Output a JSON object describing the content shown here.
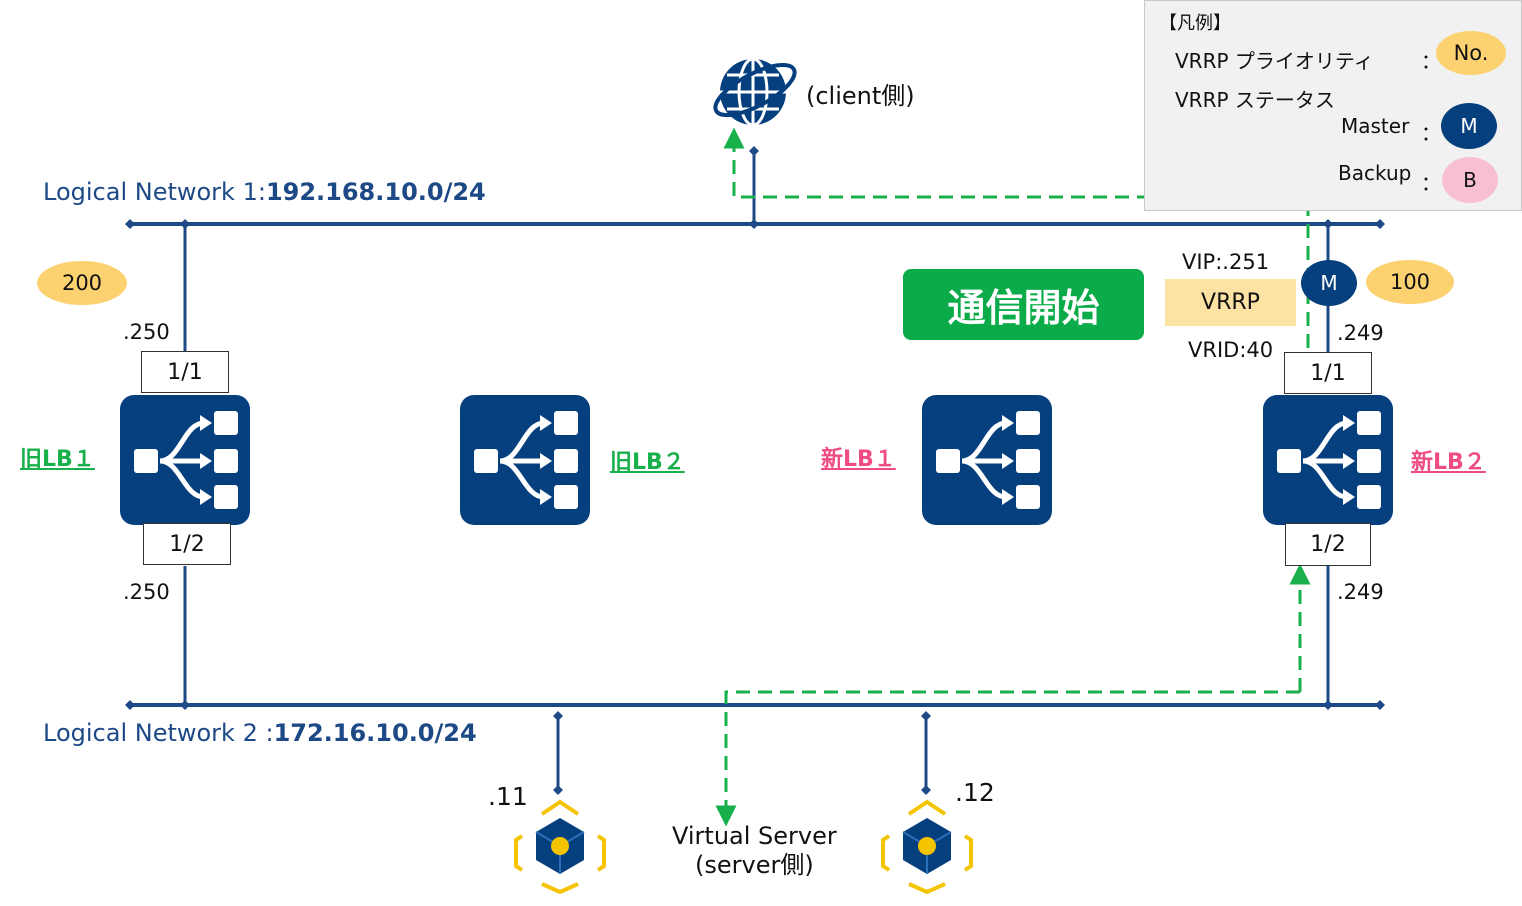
{
  "networks": {
    "n1_prefix": "Logical Network 1:",
    "n1_cidr": "192.168.10.0/24",
    "n2_prefix": "Logical Network  2 :",
    "n2_cidr": "172.16.10.0/24"
  },
  "client_label": "(client側)",
  "server_label_line1": "Virtual Server",
  "server_label_line2": "(server側)",
  "start_label": "通信開始",
  "vrrp": {
    "vip": "VIP:.251",
    "label": "VRRP",
    "vrid": "VRID:40"
  },
  "load_balancers": [
    {
      "name": "旧LB１",
      "priority": "200",
      "port_top": "1/1",
      "port_bottom": "1/2",
      "ip_top": ".250",
      "ip_bottom": ".250"
    },
    {
      "name": "旧LB２"
    },
    {
      "name": "新LB１"
    },
    {
      "name": "新LB２",
      "priority": "100",
      "status": "M",
      "port_top": "1/1",
      "port_bottom": "1/2",
      "ip_top": ".249",
      "ip_bottom": ".249"
    }
  ],
  "servers": [
    {
      "ip": ".11"
    },
    {
      "ip": ".12"
    }
  ],
  "legend": {
    "title": "【凡例】",
    "priority_label": "VRRP プライオリティ",
    "priority_badge": "No.",
    "status_label": "VRRP ステータス",
    "master_label": "Master",
    "master_badge": "M",
    "backup_label": "Backup",
    "backup_badge": "B",
    "colon": "："
  },
  "colors": {
    "network_line": "#1d4a86",
    "lb_fill": "#063f7e",
    "flow_path": "#18b04b",
    "old_lb_label": "#18b04b",
    "new_lb_label": "#ef4c83",
    "priority_badge": "#fcd271",
    "backup_badge": "#f8bfd0",
    "server_frame": "#f5c400"
  }
}
